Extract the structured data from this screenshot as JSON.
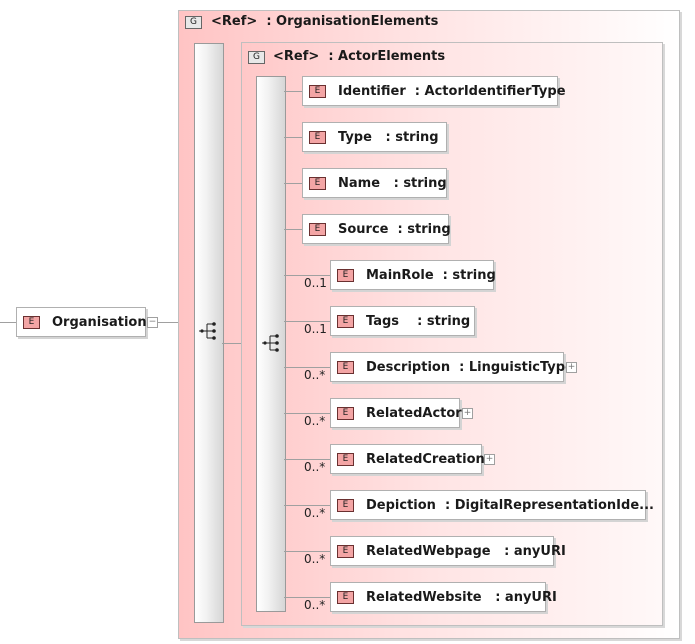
{
  "root": {
    "badge": "E",
    "label": "Organisation",
    "collapse_symbol": "−"
  },
  "outer_group": {
    "badge": "G",
    "title": "<Ref>  : OrganisationElements"
  },
  "inner_group": {
    "badge": "G",
    "title": "<Ref>  : ActorElements"
  },
  "elements": [
    {
      "badge": "E",
      "text": "Identifier  : ActorIdentifierType",
      "cardinality": "",
      "expandable": false
    },
    {
      "badge": "E",
      "text": "Type   : string",
      "cardinality": "",
      "expandable": false
    },
    {
      "badge": "E",
      "text": "Name   : string",
      "cardinality": "",
      "expandable": false
    },
    {
      "badge": "E",
      "text": "Source  : string",
      "cardinality": "",
      "expandable": false
    },
    {
      "badge": "E",
      "text": "MainRole  : string",
      "cardinality": "0..1",
      "expandable": false
    },
    {
      "badge": "E",
      "text": "Tags    : string",
      "cardinality": "0..1",
      "expandable": false
    },
    {
      "badge": "E",
      "text": "Description  : LinguisticType",
      "cardinality": "0..*",
      "expandable": true
    },
    {
      "badge": "E",
      "text": "RelatedActor",
      "cardinality": "0..*",
      "expandable": true
    },
    {
      "badge": "E",
      "text": "RelatedCreation",
      "cardinality": "0..*",
      "expandable": true
    },
    {
      "badge": "E",
      "text": "Depiction  : DigitalRepresentationIde...",
      "cardinality": "0..*",
      "expandable": false
    },
    {
      "badge": "E",
      "text": "RelatedWebpage   : anyURI",
      "cardinality": "0..*",
      "expandable": false
    },
    {
      "badge": "E",
      "text": "RelatedWebsite   : anyURI",
      "cardinality": "0..*",
      "expandable": false
    }
  ],
  "expand_symbol": "+",
  "icons": {
    "group_badge": "group-badge-icon",
    "element_badge": "element-badge-icon",
    "sequence": "sequence-compositor-icon",
    "expand": "expand-plus-icon",
    "collapse": "collapse-minus-icon"
  },
  "colors": {
    "group_fill": "#ffc4c4",
    "element_badge_fill": "#f3a5a5"
  }
}
